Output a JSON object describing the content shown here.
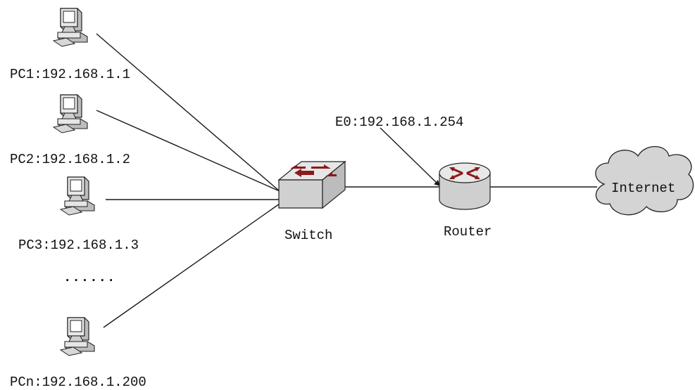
{
  "pcs": [
    {
      "label": "PC1:192.168.1.1"
    },
    {
      "label": "PC2:192.168.1.2"
    },
    {
      "label": "PC3:192.168.1.3"
    },
    {
      "label": "PCn:192.168.1.200"
    }
  ],
  "ellipsis": "......",
  "switch": {
    "label": "Switch"
  },
  "router": {
    "label": "Router",
    "interface_label": "E0:192.168.1.254"
  },
  "cloud": {
    "label": "Internet"
  },
  "colors": {
    "arrow_red": "#8b1a1a",
    "device_gray": "#d9d9d9",
    "cloud_gray": "#d4d4d4"
  },
  "icons": {
    "pc": "pc-icon",
    "switch": "switch-icon",
    "router": "router-icon",
    "cloud": "cloud-icon"
  }
}
